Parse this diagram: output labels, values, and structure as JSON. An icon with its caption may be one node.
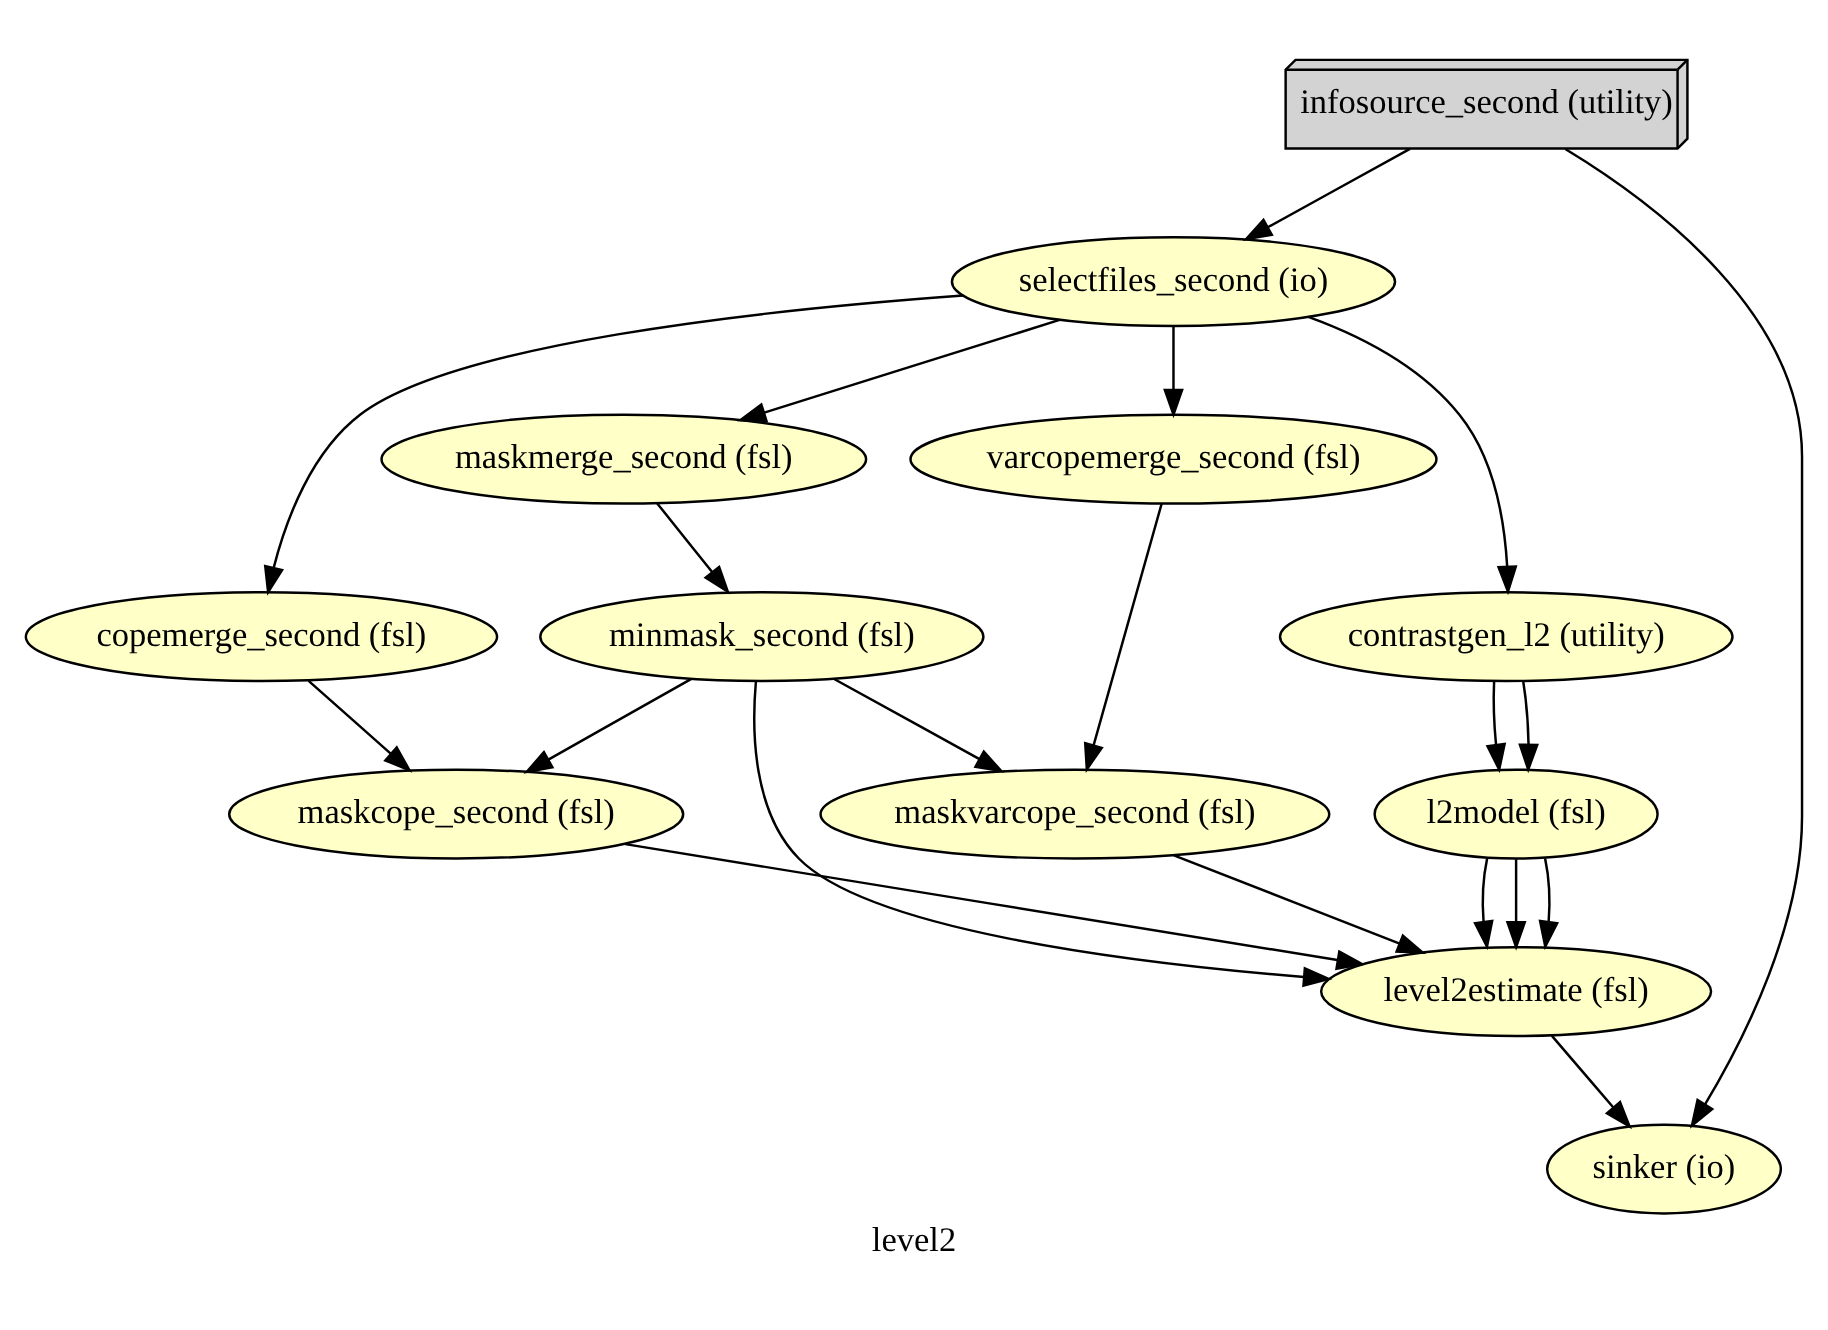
{
  "diagram": {
    "caption": "level2",
    "nodes": [
      {
        "text": [
          "infosource_second (utility)"
        ]
      },
      {
        "text": [
          "selectfiles_second (io)"
        ]
      },
      {
        "text": [
          "copemerge_second (fsl)"
        ]
      },
      {
        "text": [
          "maskmerge_second (fsl)"
        ]
      },
      {
        "text": [
          "varcopemerge_second (fsl)"
        ]
      },
      {
        "text": [
          "minmask_second (fsl)"
        ]
      },
      {
        "text": [
          "contrastgen_l2 (utility)"
        ]
      },
      {
        "text": [
          "maskcope_second (fsl)"
        ]
      },
      {
        "text": [
          "maskvarcope_second (fsl)"
        ]
      },
      {
        "text": [
          "l2model (fsl)"
        ]
      },
      {
        "text": [
          "level2estimate (fsl)"
        ]
      },
      {
        "text": [
          "sinker (io)"
        ]
      }
    ],
    "edges": [
      {
        "from": 0,
        "to": 1,
        "arrow": "to"
      },
      {
        "from": 0,
        "to": 11,
        "arrow": "to"
      },
      {
        "from": 1,
        "to": 2,
        "arrow": "to"
      },
      {
        "from": 1,
        "to": 4,
        "arrow": "to"
      },
      {
        "from": 1,
        "to": 3,
        "arrow": "to"
      },
      {
        "from": 1,
        "to": 6,
        "arrow": "to"
      },
      {
        "from": 3,
        "to": 5,
        "arrow": "to"
      },
      {
        "from": 2,
        "to": 7,
        "arrow": "to"
      },
      {
        "from": 5,
        "to": 7,
        "arrow": "to"
      },
      {
        "from": 4,
        "to": 8,
        "arrow": "to"
      },
      {
        "from": 5,
        "to": 8,
        "arrow": "to"
      },
      {
        "from": 5,
        "to": 10,
        "arrow": "to"
      },
      {
        "from": 7,
        "to": 10,
        "arrow": "to"
      },
      {
        "from": 8,
        "to": 10,
        "arrow": "to"
      },
      {
        "from": 6,
        "to": 9,
        "arrow": "to"
      },
      {
        "from": 6,
        "to": 9,
        "arrow": "to"
      },
      {
        "from": 9,
        "to": 10,
        "arrow": "to"
      },
      {
        "from": 9,
        "to": 10,
        "arrow": "to"
      },
      {
        "from": 9,
        "to": 10,
        "arrow": "to"
      },
      {
        "from": 10,
        "to": 11,
        "arrow": "to"
      }
    ]
  }
}
